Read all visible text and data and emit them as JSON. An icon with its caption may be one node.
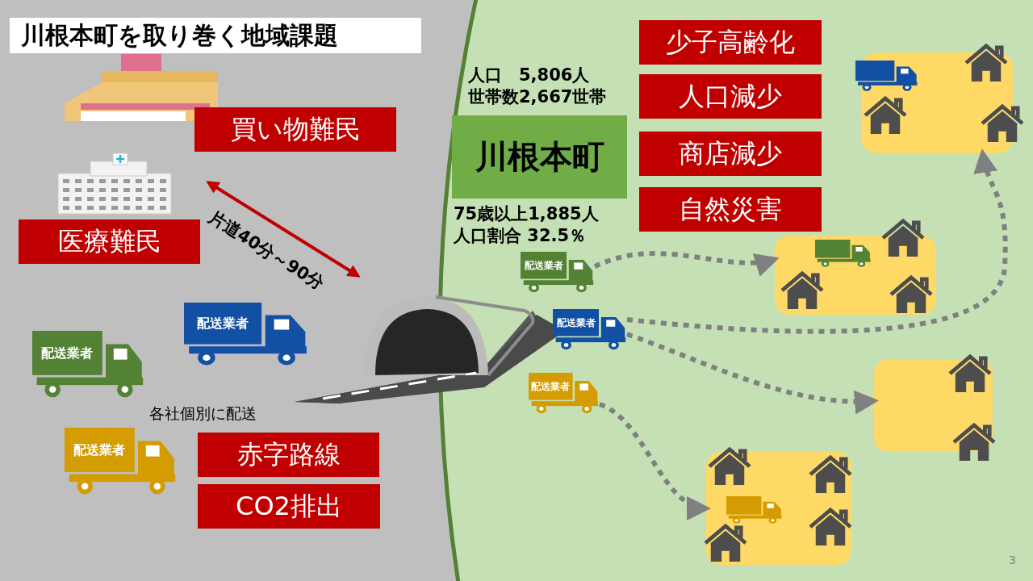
{
  "diagram": {
    "title": "川根本町を取り巻く地域課題",
    "nodes": [
      {
        "text": [
          "買い物難民"
        ]
      },
      {
        "text": [
          "医療難民"
        ]
      },
      {
        "text": [
          "配送業者"
        ]
      },
      {
        "text": [
          "配送業者"
        ]
      },
      {
        "text": [
          "配送業者"
        ]
      },
      {
        "text": [
          "赤字路線"
        ]
      },
      {
        "text": [
          "CO2排出"
        ]
      },
      {
        "text": [
          "川根本町"
        ],
        "beside": [
          "人口　5,806人",
          "世帯数2,667世帯",
          "75歳以上1,885人",
          "人口割合 32.5％"
        ]
      },
      {
        "text": [
          "少子高齢化"
        ]
      },
      {
        "text": [
          "人口減少"
        ]
      },
      {
        "text": [
          "商店減少"
        ]
      },
      {
        "text": [
          "自然災害"
        ]
      },
      {
        "text": [
          "配送業者"
        ]
      },
      {
        "text": [
          "配送業者"
        ]
      },
      {
        "text": [
          "配送業者"
        ]
      },
      {
        "text": [],
        "shape": "box"
      },
      {
        "text": [],
        "shape": "box"
      },
      {
        "text": [],
        "shape": "box"
      },
      {
        "text": [],
        "shape": "box"
      }
    ],
    "edges": [
      {
        "from": 13,
        "to": 15,
        "arrow": "to",
        "style": "dashed"
      },
      {
        "from": 12,
        "to": 16,
        "arrow": "to",
        "style": "dashed"
      },
      {
        "from": 13,
        "to": 17,
        "arrow": "to",
        "style": "dashed"
      },
      {
        "from": 14,
        "to": 18,
        "arrow": "to",
        "style": "dashed"
      }
    ],
    "labels": [
      "片道40分～90分",
      "各社個別に配送",
      "3"
    ]
  }
}
